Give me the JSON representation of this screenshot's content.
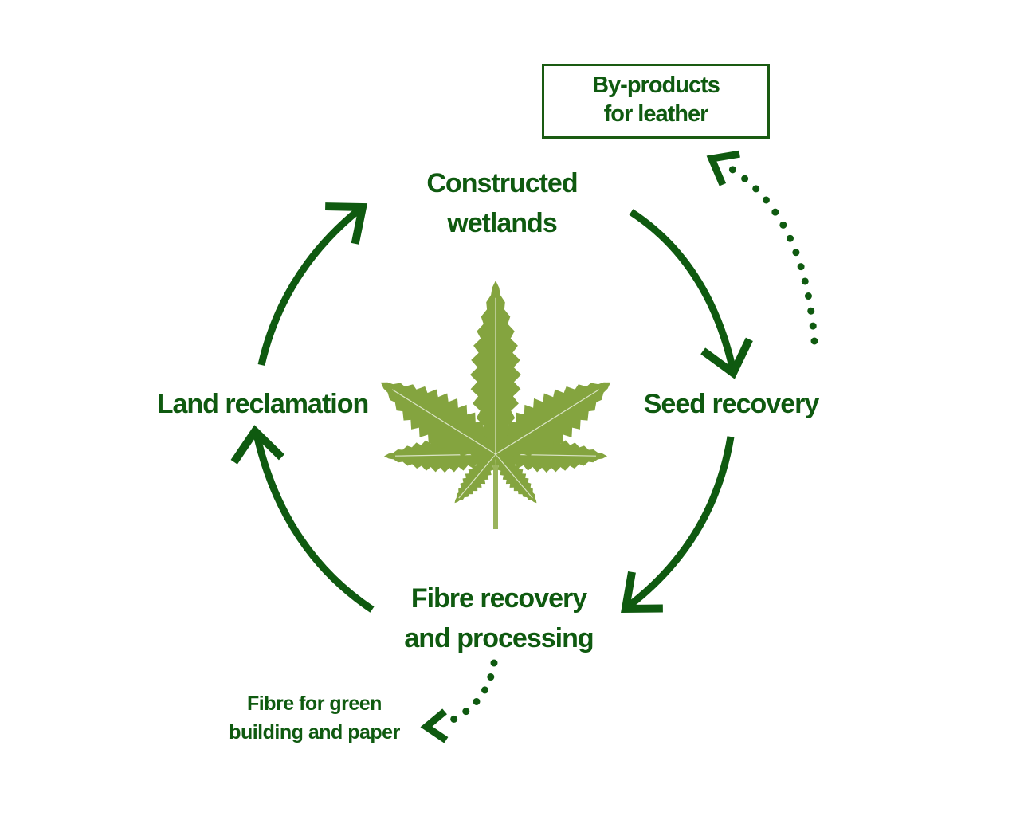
{
  "colors": {
    "primary": "#0f5a10",
    "box_border": "#1a5b12",
    "leaf": "#84a43f",
    "leaf_stem": "#9ab45c",
    "background": "#ffffff"
  },
  "cycle": {
    "wetlands": {
      "line1": "Constructed",
      "line2": "wetlands"
    },
    "seed": {
      "line1": "Seed recovery"
    },
    "fibre": {
      "line1": "Fibre recovery",
      "line2": "and processing"
    },
    "land": {
      "line1": "Land reclamation"
    }
  },
  "outputs": {
    "leather": {
      "line1": "By-products",
      "line2": "for leather"
    },
    "fibre_paper": {
      "line1": "Fibre for green",
      "line2": "building and paper"
    }
  },
  "icons": {
    "center": "cannabis-leaf-icon",
    "cycle_arrow": "curved-arrow-icon",
    "output_arrow": "dotted-arrow-icon"
  }
}
